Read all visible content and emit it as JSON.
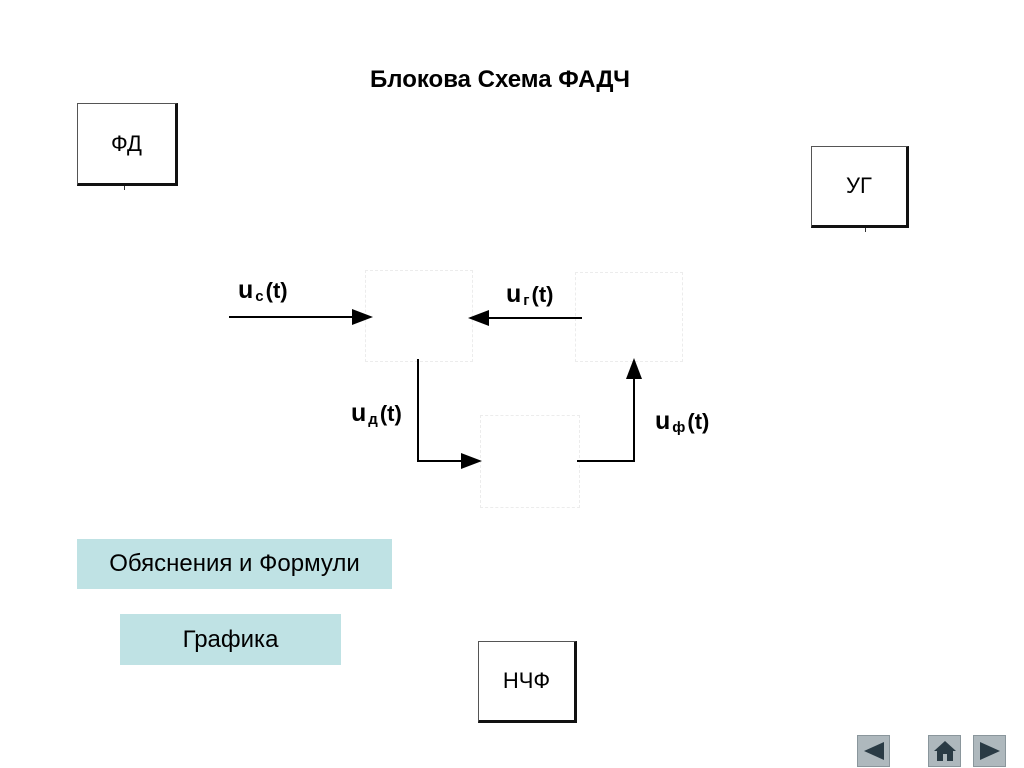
{
  "title": "Блокова Схема ФАДЧ",
  "blocks": {
    "fd": "ФД",
    "ug": "УГ",
    "nchf": "НЧФ"
  },
  "signals": {
    "uc": {
      "base": "u",
      "sub": "с",
      "arg": "(t)"
    },
    "ug": {
      "base": "u",
      "sub": "г",
      "arg": "(t)"
    },
    "ud": {
      "base": "u",
      "sub": "д",
      "arg": "(t)"
    },
    "uf": {
      "base": "u",
      "sub": "ф",
      "arg": "(t)"
    }
  },
  "buttons": {
    "explanations": "Обяснения и Формули",
    "graphics": "Графика"
  },
  "nav": {
    "prev_icon": "left-triangle-icon",
    "home_icon": "home-icon",
    "next_icon": "right-triangle-icon"
  },
  "colors": {
    "button_bg": "#bfe2e4",
    "nav_bg": "#aeb8bd",
    "nav_glyph": "#2a3b45"
  }
}
